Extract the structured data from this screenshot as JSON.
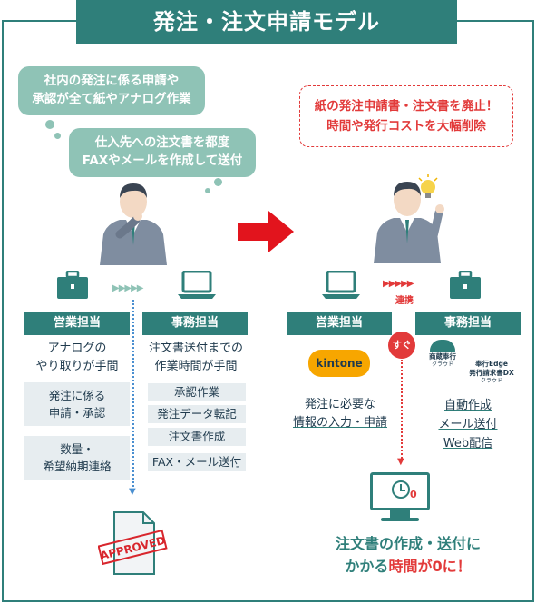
{
  "title": "発注・注文申請モデル",
  "bubbles": {
    "b1_line1": "社内の発注に係る申請や",
    "b1_line2": "承認が全て紙やアナログ作業",
    "b2_line1": "仕入先への注文書を都度",
    "b2_line2": "FAXやメールを作成して送付"
  },
  "redbox": {
    "line1": "紙の発注申請書・注文書を廃止！",
    "line2": "時間や発行コストを大幅削除"
  },
  "left": {
    "sales_header": "営業担当",
    "office_header": "事務担当",
    "sales_desc_line1": "アナログの",
    "sales_desc_line2": "やり取りが手間",
    "sales_box1_line1": "発注に係る",
    "sales_box1_line2": "申請・承認",
    "sales_box2_line1": "数量・",
    "sales_box2_line2": "希望納期連絡",
    "office_desc_line1": "注文書送付までの",
    "office_desc_line2": "作業時間が手間",
    "office_tasks": [
      "承認作業",
      "発注データ転記",
      "注文書作成",
      "FAX・メール送付"
    ],
    "stamp": "APPROVED"
  },
  "right": {
    "sales_header": "営業担当",
    "office_header": "事務担当",
    "link_label": "連携",
    "soon_badge": "すぐ",
    "kintone_logo": "kintone",
    "logo_shoko_line1": "商蔵奉行",
    "logo_shoko_line2": "クラウド",
    "logo_edge_line1": "奉行Edge",
    "logo_edge_line2": "発行請求書DX",
    "logo_edge_line3": "クラウド",
    "sales_desc_line1": "発注に必要な",
    "sales_desc_line2": "情報の入力・申請",
    "office_desc_line1": "自動作成",
    "office_desc_line2": "メール送付",
    "office_desc_line3": "Web配信",
    "monitor_digit": "0",
    "result_line1": "注文書の作成・送付に",
    "result_line2_a": "かかる",
    "result_line2_b": "時間が0に！"
  },
  "colors": {
    "teal": "#2f7f7a",
    "bubble": "#8fc3b6",
    "accent_red": "#e23a3a",
    "box_grey": "#e7edf0",
    "navy": "#1f3a4d"
  }
}
